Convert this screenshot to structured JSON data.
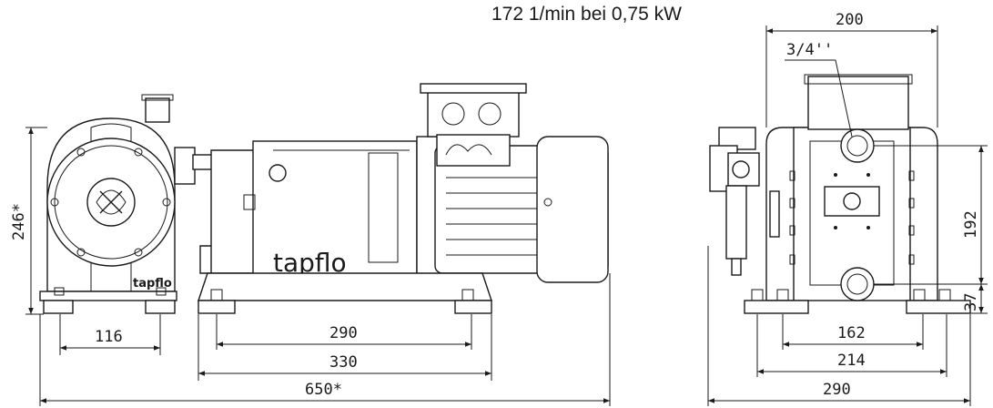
{
  "caption": "172 1/min bei 0,75 kW",
  "brand": "tapflo",
  "dimensions": {
    "overall_length": "650*",
    "height_left": "246*",
    "width_pump_feet": "116",
    "motor_foot_inner": "290",
    "motor_foot_outer": "330",
    "top_width": "200",
    "port_size": "3/4''",
    "side_height": "192",
    "side_base": "37",
    "side_inner": "162",
    "side_mid": "214",
    "side_outer": "290"
  }
}
